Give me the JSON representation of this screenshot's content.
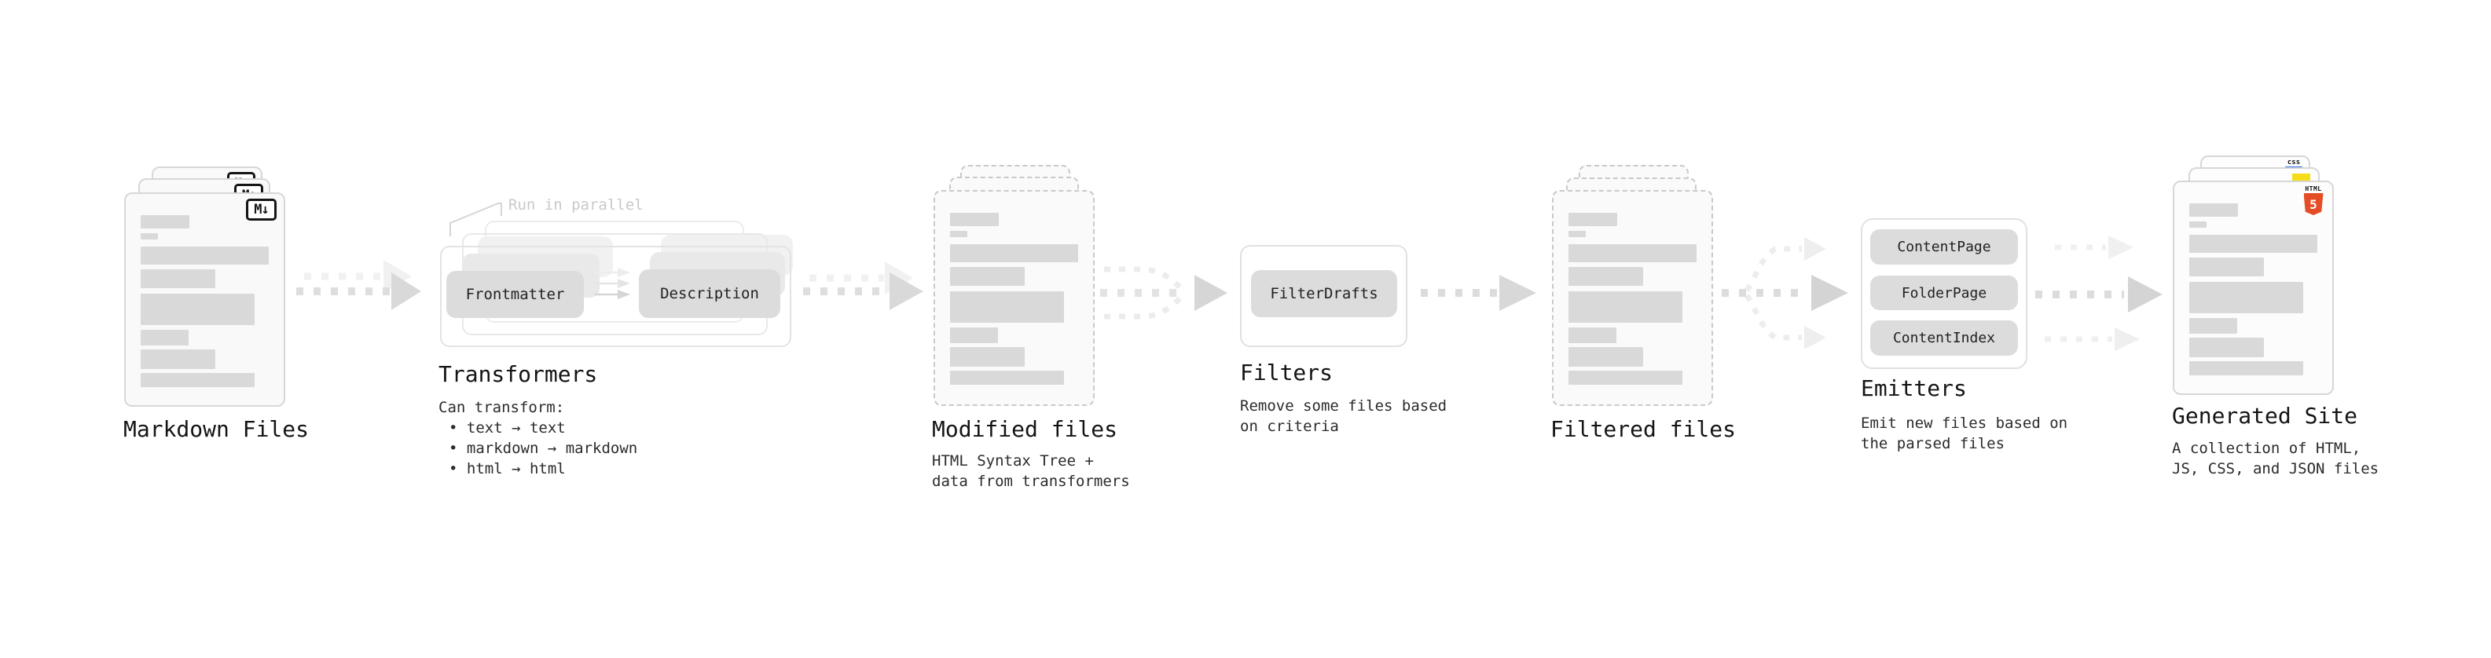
{
  "colors": {
    "ink": "#1c1c1c",
    "muted": "#c9c9c9",
    "html5_orange": "#e44d26",
    "js_yellow": "#f5de19",
    "css_blue": "#2b6de8"
  },
  "stages": {
    "markdown": {
      "title": "Markdown Files",
      "icon_label": "M↓"
    },
    "transformers": {
      "title": "Transformers",
      "run_label": "Run in parallel",
      "pill_left": "Frontmatter",
      "pill_right": "Description",
      "lead": "Can transform:",
      "bullets": [
        "• text → text",
        "• markdown → markdown",
        "• html → html"
      ]
    },
    "modified": {
      "title": "Modified files",
      "desc": [
        "HTML Syntax Tree +",
        "data from transformers"
      ]
    },
    "filters": {
      "title": "Filters",
      "pill": "FilterDrafts",
      "desc": [
        "Remove some files based",
        "on criteria"
      ]
    },
    "filtered": {
      "title": "Filtered files"
    },
    "emitters": {
      "title": "Emitters",
      "pills": [
        "ContentPage",
        "FolderPage",
        "ContentIndex"
      ],
      "desc": [
        "Emit new files based on",
        "the parsed files"
      ]
    },
    "generated": {
      "title": "Generated Site",
      "desc": [
        "A collection of HTML,",
        "JS, CSS, and JSON files"
      ],
      "css_badge": "css",
      "html_badge": "HTML",
      "html5_number": "5"
    }
  }
}
